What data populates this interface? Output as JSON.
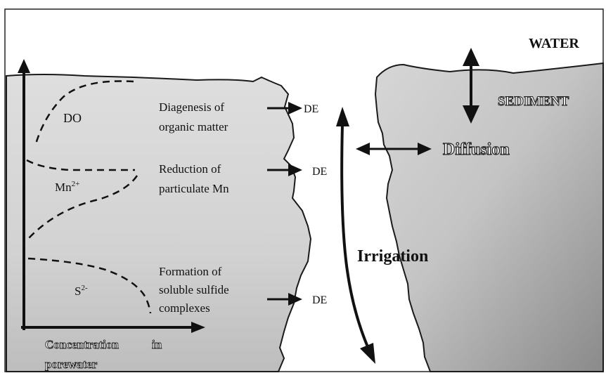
{
  "labels": {
    "water": "WATER",
    "sediment": "SEDIMENT",
    "diffusion": "Diffusion",
    "irrigation": "Irrigation",
    "de_1": "DE",
    "de_2": "DE",
    "de_3": "DE",
    "species_do": "DO",
    "species_mn": "Mn",
    "species_mn_charge": "2+",
    "species_s": "S",
    "species_s_charge": "2-",
    "process_1_line1": "Diagenesis of",
    "process_1_line2": "organic matter",
    "process_2_line1": "Reduction of",
    "process_2_line2": "particulate Mn",
    "process_3_line1": "Formation of",
    "process_3_line2": "soluble sulfide",
    "process_3_line3": "complexes",
    "axis_x_line1": "Concentration",
    "axis_x_in": "in",
    "axis_x_line2": "porewater"
  },
  "colors": {
    "sediment_light": "#dcdcdc",
    "sediment_dark": "#8f8f8f",
    "ink": "#111111",
    "water": "#ffffff"
  }
}
